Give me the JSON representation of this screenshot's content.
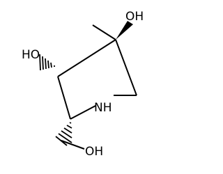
{
  "molecule": {
    "atoms": {
      "oh_top": "OH",
      "oh_left": "HO",
      "nh": "NH",
      "oh_bottom": "OH"
    },
    "colors": {
      "bond": "#000000",
      "label": "#000000",
      "background": "#ffffff"
    }
  }
}
